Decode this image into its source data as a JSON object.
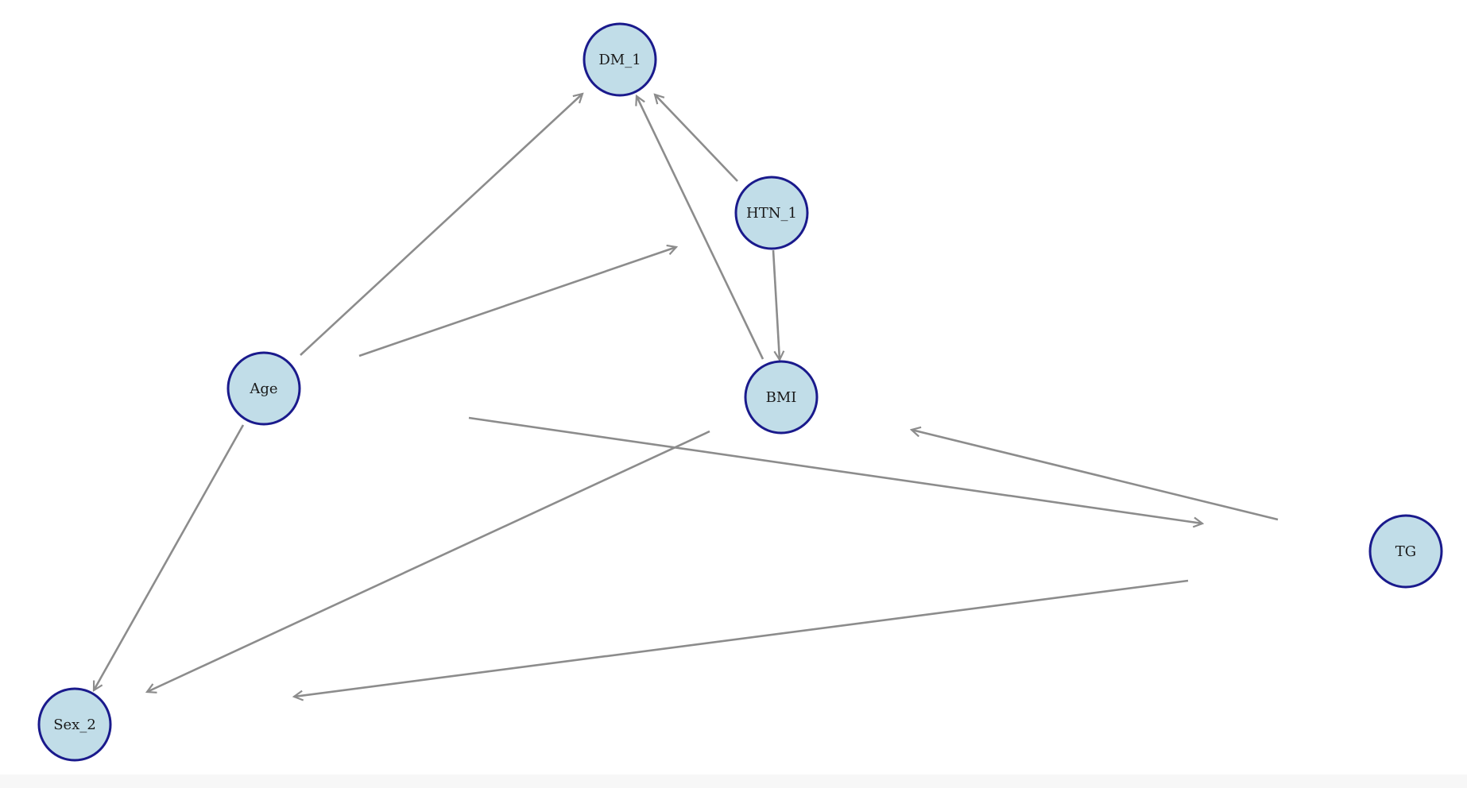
{
  "diagram": {
    "type": "directed-graph",
    "nodes": [
      {
        "id": "DM_1",
        "label": "DM_1"
      },
      {
        "id": "HTN_1",
        "label": "HTN_1"
      },
      {
        "id": "Age",
        "label": "Age"
      },
      {
        "id": "BMI",
        "label": "BMI"
      },
      {
        "id": "TG",
        "label": "TG"
      },
      {
        "id": "Sex_2",
        "label": "Sex_2"
      }
    ],
    "edges": [
      {
        "from": "Age",
        "to": "DM_1"
      },
      {
        "from": "HTN_1",
        "to": "DM_1"
      },
      {
        "from": "BMI",
        "to": "DM_1"
      },
      {
        "from": "HTN_1",
        "to": "BMI"
      },
      {
        "from": "Age",
        "to": "Sex_2"
      },
      {
        "from": "BMI",
        "to": "Sex_2"
      },
      {
        "from": "Age",
        "to": "TG",
        "partial": true
      },
      {
        "from": "Age",
        "to": "BMI",
        "partial": true
      },
      {
        "from": "TG",
        "to": "BMI",
        "partial": true
      },
      {
        "from": "TG",
        "to": "Sex_2",
        "partial": true
      }
    ],
    "colors": {
      "node_fill": "#c1dde8",
      "node_stroke": "#1a1a8c",
      "edge": "#8c8c8c"
    }
  }
}
